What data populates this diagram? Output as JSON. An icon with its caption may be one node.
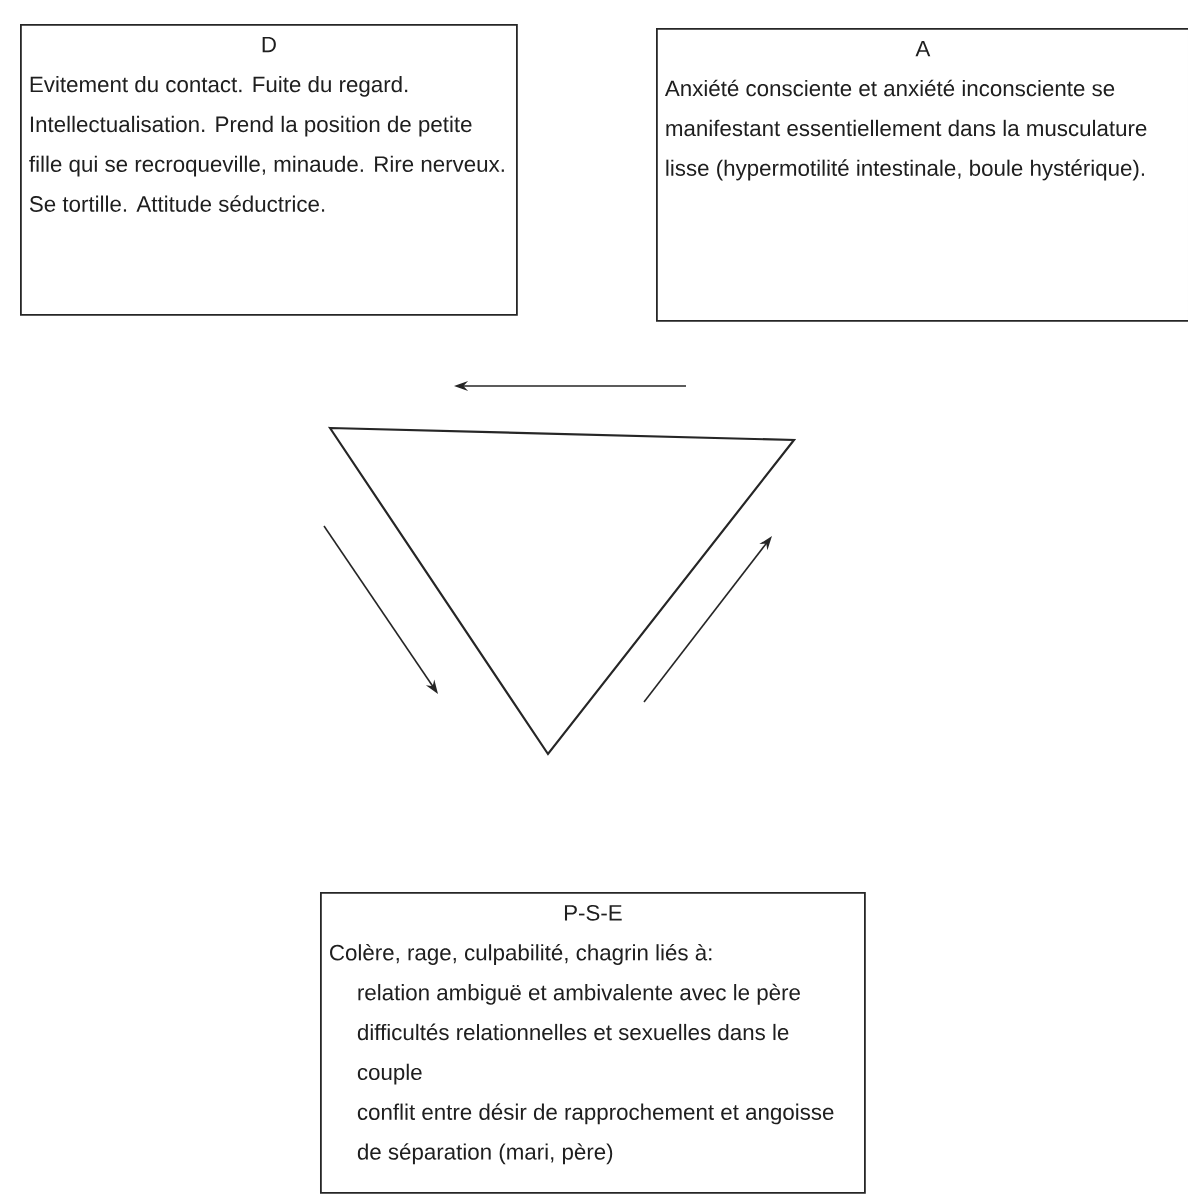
{
  "diagram": {
    "nodes": [
      {
        "text": [
          "D",
          "Evitement  du contact. Fuite du regard. Intellectualisation. Prend la position de petite fille qui se recroqueville, minaude.  Rire nerveux. Se tortille. Attitude séductrice."
        ]
      },
      {
        "text": [
          "A",
          "Anxiété consciente et anxiété inconsciente se manifestant essentiellement dans la musculature lisse (hypermotilité intestinale, boule hystérique)."
        ]
      },
      {
        "text": [
          "P-S-E",
          "Colère, rage, culpabilité, chagrin liés à:",
          "relation ambiguë et ambivalente avec le père",
          "difficultés relationnelles et sexuelles dans le couple",
          "conflit entre désir de rapprochement et angoisse de séparation (mari, père)"
        ]
      }
    ]
  }
}
